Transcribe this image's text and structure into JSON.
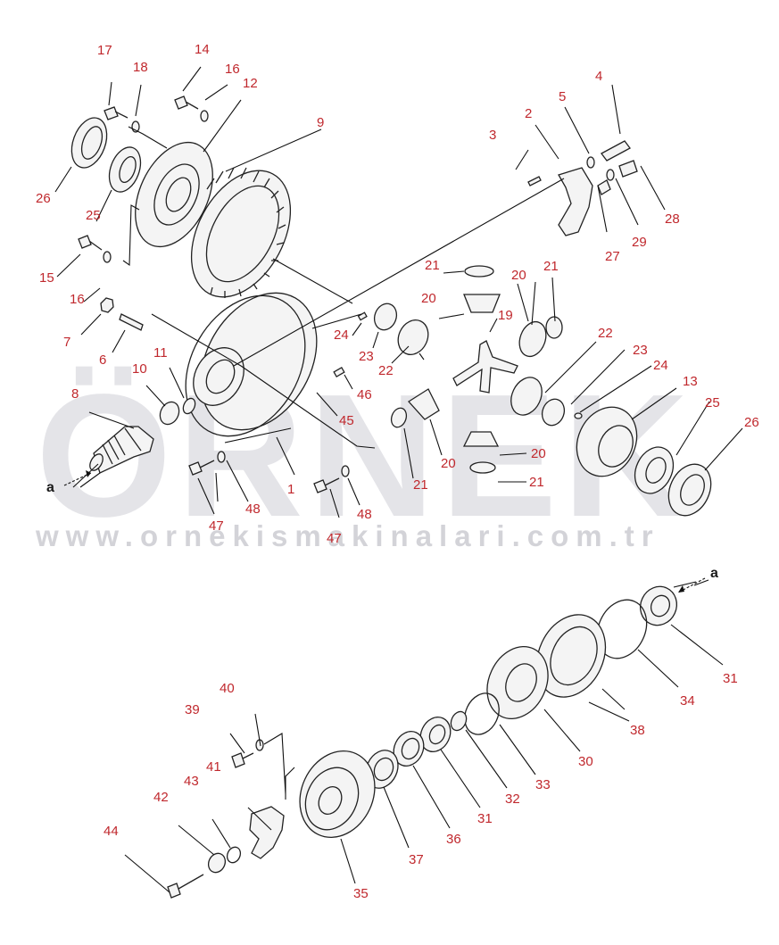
{
  "watermark": {
    "brand": "ÖRNEK",
    "url": "www.ornekismakinalari.com.tr",
    "accent_color": "#e8c64a"
  },
  "arrow_label": "a",
  "callouts": {
    "c1": "1",
    "c2": "2",
    "c3": "3",
    "c4": "4",
    "c5": "5",
    "c6": "6",
    "c7": "7",
    "c8": "8",
    "c9": "9",
    "c10": "10",
    "c11": "11",
    "c12": "12",
    "c13": "13",
    "c14": "14",
    "c15": "15",
    "c16": "16",
    "c17": "17",
    "c18": "18",
    "c19": "19",
    "c20": "20",
    "c21": "21",
    "c22": "22",
    "c23": "23",
    "c24": "24",
    "c25": "25",
    "c26": "26",
    "c27": "27",
    "c28": "28",
    "c29": "29",
    "c30": "30",
    "c31": "31",
    "c32": "32",
    "c33": "33",
    "c34": "34",
    "c35": "35",
    "c36": "36",
    "c37": "37",
    "c38": "38",
    "c39": "39",
    "c40": "40",
    "c41": "41",
    "c42": "42",
    "c43": "43",
    "c44": "44",
    "c45": "45",
    "c46": "46",
    "c47": "47",
    "c48": "48"
  }
}
